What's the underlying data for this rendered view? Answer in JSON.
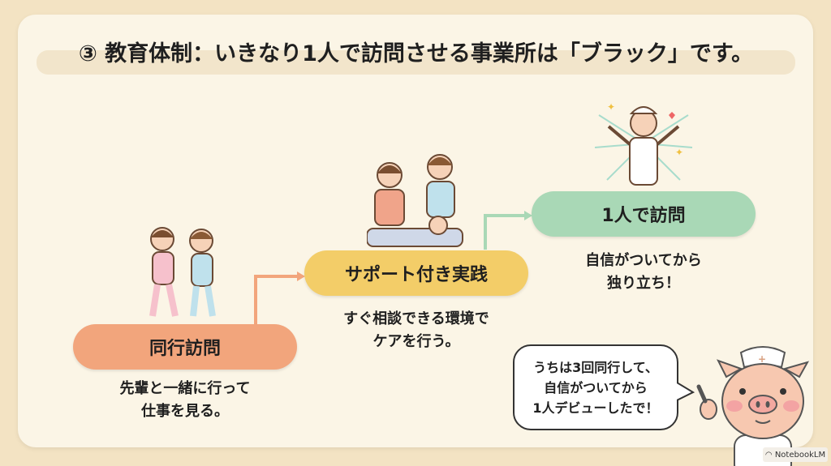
{
  "title": "③ 教育体制：いきなり1人で訪問させる事業所は「ブラック」です。",
  "steps": [
    {
      "label": "同行訪問",
      "desc": [
        "先輩と一緒に行って",
        "仕事を見る。"
      ],
      "color": "#f2a57c"
    },
    {
      "label": "サポート付き実践",
      "desc": [
        "すぐ相談できる環境で",
        "ケアを行う。"
      ],
      "color": "#f3cd68"
    },
    {
      "label": "1人で訪問",
      "desc": [
        "自信がついてから",
        "独り立ち！"
      ],
      "color": "#a9d8b6"
    }
  ],
  "bubble": [
    "うちは3回同行して、",
    "自信がついてから",
    "1人デビューしたで！"
  ],
  "watermark": "NotebookLM"
}
